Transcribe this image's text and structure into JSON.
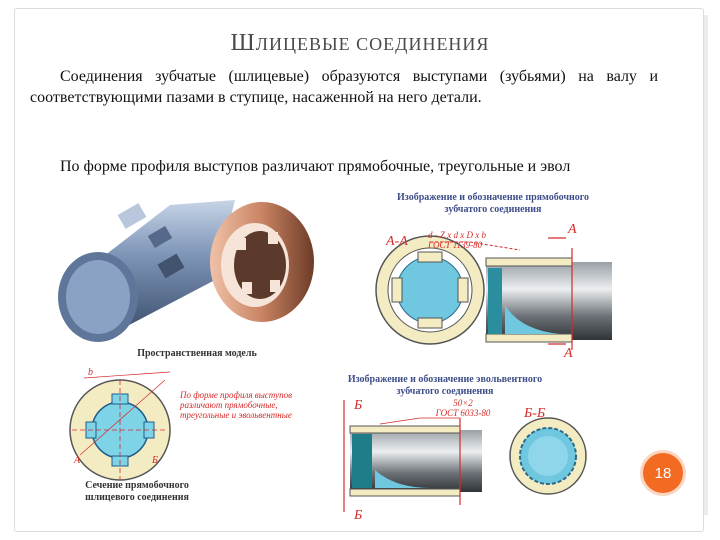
{
  "slide": {
    "title_first": "Ш",
    "title_rest": "ЛИЦЕВЫЕ СОЕДИНЕНИЯ",
    "paragraph1": "Соединения зубчатые (шлицевые) образуются выступами (зубьями) на валу и соответствующими пазами в ступице, насаженной на него детали.",
    "paragraph2": "По форме профиля выступов различают прямобочные, треугольные и эвол",
    "page_number": "18"
  },
  "figures": {
    "model_caption": "Пространственная модель",
    "section_caption_line1": "Сечение прямобочного",
    "section_caption_line2": "шлицевого соединения",
    "section_note": "По форме профиля выступов различают прямобочные, треугольные и эвольвентные",
    "section_label_b": "b",
    "section_label_a": "А",
    "section_label_b2": "Б",
    "top_right_caption_line1": "Изображение и обозначение прямобочного",
    "top_right_caption_line2": "зубчатого соединения",
    "top_right_section": "А-А",
    "top_right_spec_line1": "d - Z x d x D x b",
    "top_right_spec_line2": "ГОСТ 1139-80",
    "top_right_cut": "А",
    "bottom_caption_line1": "Изображение и обозначение эвольвентного",
    "bottom_caption_line2": "зубчатого соединения",
    "bottom_spec_line1": "50×2",
    "bottom_spec_line2": "ГОСТ 6033-80",
    "bottom_cut": "Б",
    "bottom_section": "Б-Б"
  },
  "colors": {
    "accent": "#f36b22",
    "caption": "#3f4f8a",
    "annotation": "#d52a2a"
  }
}
